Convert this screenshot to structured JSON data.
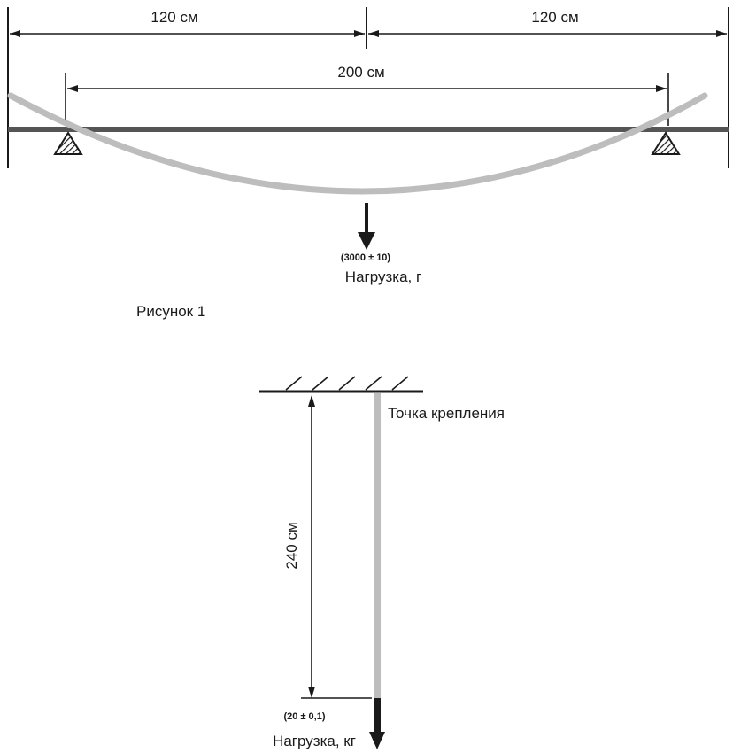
{
  "figure1": {
    "dim_left": "120 см",
    "dim_right": "120 см",
    "dim_span": "200 см",
    "load_value": "(3000 ± 10)",
    "load_label": "Нагрузка, г",
    "caption": "Рисунок 1"
  },
  "figure2": {
    "attachment_label": "Точка крепления",
    "dim_length": "240 см",
    "load_value": "(20 ± 0,1)",
    "load_label": "Нагрузка, кг"
  },
  "colors": {
    "line": "#1a1a1a",
    "beam": "#555555",
    "specimen": "#bdbdbd"
  }
}
